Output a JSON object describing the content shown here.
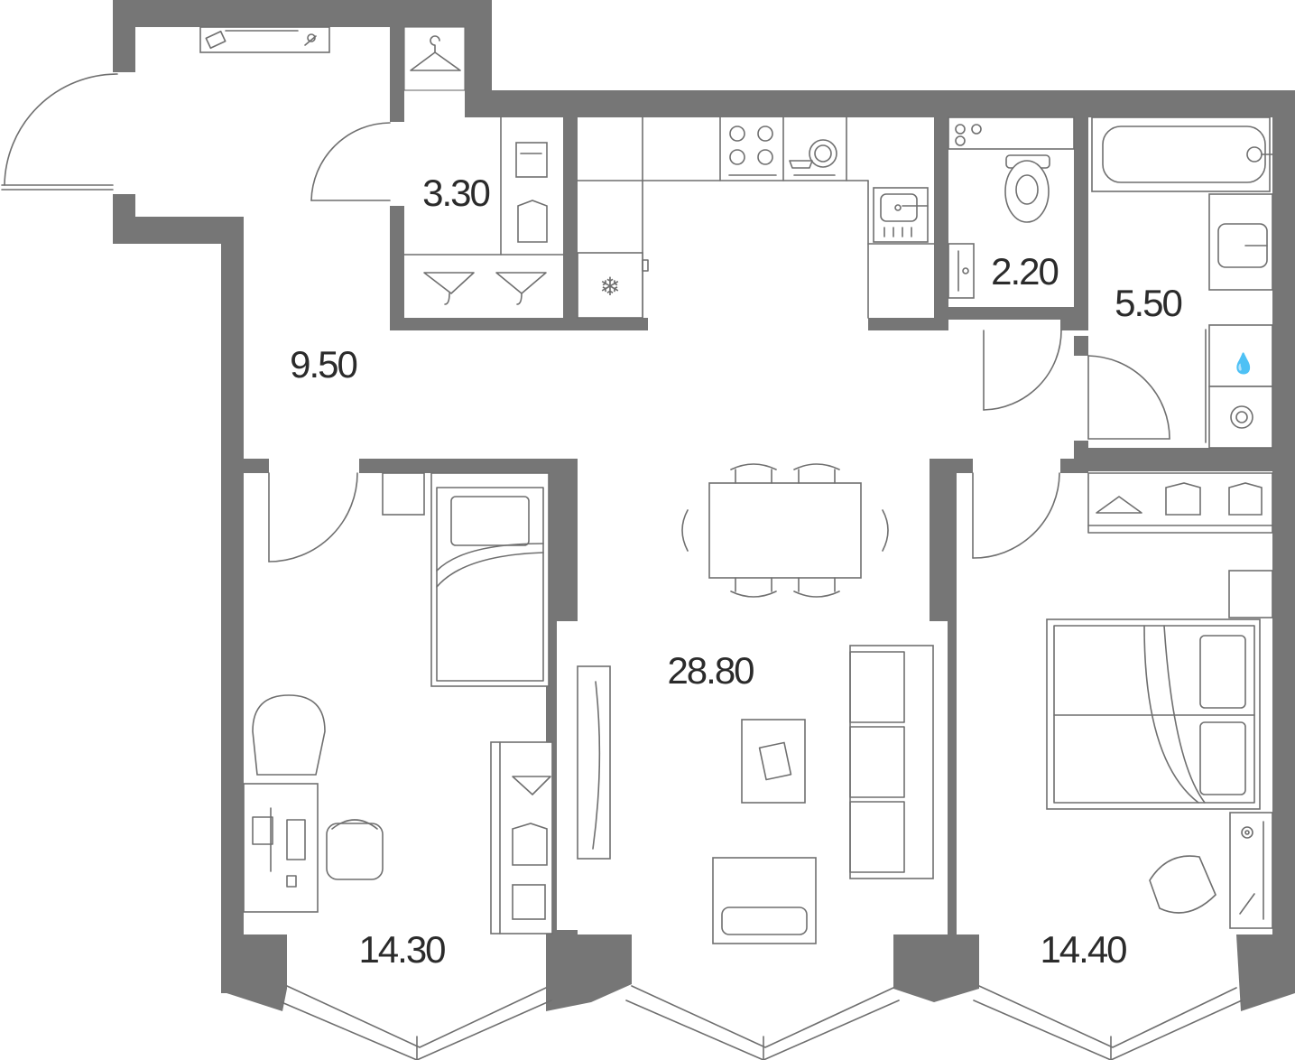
{
  "rooms": {
    "wardrobe": {
      "area": "3.30"
    },
    "hall": {
      "area": "9.50"
    },
    "wc": {
      "area": "2.20"
    },
    "bathroom": {
      "area": "5.50"
    },
    "living_kitchen": {
      "area": "28.80"
    },
    "bedroom_left": {
      "area": "14.30"
    },
    "bedroom_right": {
      "area": "14.40"
    }
  },
  "icons": {
    "freezer": "snowflake-icon",
    "hanger": "hanger-icon",
    "shirt": "shirt-icon"
  },
  "colors": {
    "wall": "#767676",
    "line": "#6f6f6f",
    "text": "#2b2b2b",
    "background": "#ffffff"
  }
}
